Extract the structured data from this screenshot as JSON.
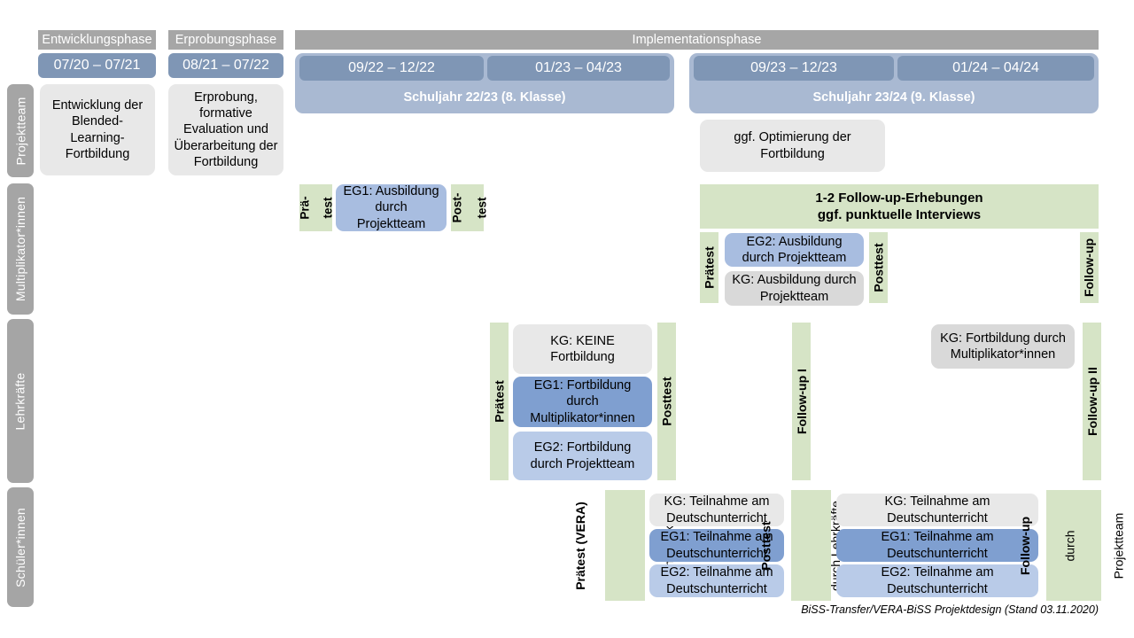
{
  "lanes": [
    {
      "label": "Projektteam"
    },
    {
      "label": "Multiplikator*innen"
    },
    {
      "label": "Lehrkräfte"
    },
    {
      "label": "Schüler*innen"
    }
  ],
  "phases": [
    {
      "label": "Entwicklungsphase"
    },
    {
      "label": "Erprobungsphase"
    },
    {
      "label": "Implementationsphase"
    }
  ],
  "periods": [
    {
      "label": "07/20 – 07/21"
    },
    {
      "label": "08/21 – 07/22"
    },
    {
      "label": "09/22 – 12/22"
    },
    {
      "label": "01/23 – 04/23"
    },
    {
      "label": "09/23 – 12/23"
    },
    {
      "label": "01/24 – 04/24"
    }
  ],
  "school_years": [
    {
      "label": "Schuljahr 22/23 (8. Klasse)"
    },
    {
      "label": "Schuljahr 23/24 (9. Klasse)"
    }
  ],
  "projektteam": {
    "entwicklung": "Entwicklung der Blended-Learning-Fortbildung",
    "erprobung": "Erprobung, formative Evaluation und Überarbeitung der Fortbildung",
    "optimierung": "ggf. Optimierung der Fortbildung"
  },
  "multiplikatoren": {
    "praetest_line1": "Prä-",
    "praetest_line2": "test",
    "posttest_line1": "Post-",
    "posttest_line2": "test",
    "eg1": "EG1: Ausbildung durch Projektteam",
    "followup_band_line1": "1-2 Follow-up-Erhebungen",
    "followup_band_line2": "ggf. punktuelle Interviews",
    "praetest2": "Prätest",
    "posttest2": "Posttest",
    "followup": "Follow-up",
    "eg2": "EG2: Ausbildung durch Projektteam",
    "kg": "KG: Ausbildung durch Projektteam"
  },
  "lehrkraefte": {
    "praetest": "Prätest",
    "posttest": "Posttest",
    "followup1": "Follow-up I",
    "followup2": "Follow-up II",
    "kg_keine": "KG:  KEINE Fortbildung",
    "eg1": "EG1: Fortbildung durch Multiplikator*innen",
    "eg2": "EG2: Fortbildung durch Projektteam",
    "kg_fortbildung": "KG: Fortbildung durch Multiplikator*innen"
  },
  "schueler": {
    "praetest_bold": "Prätest (VERA)",
    "praetest_reg": "durch Lehrkräfte",
    "posttest_bold": "Posttest",
    "posttest_reg": "durch Lehrkräfte",
    "followup_bold": "Follow-up",
    "followup_reg1": "durch",
    "followup_reg2": "Projektteam",
    "left": {
      "kg": "KG: Teilnahme am Deutschunterricht",
      "eg1": "EG1: Teilnahme am Deutschunterricht",
      "eg2": "EG2: Teilnahme am Deutschunterricht"
    },
    "right": {
      "kg": "KG: Teilnahme am Deutschunterricht",
      "eg1": "EG1: Teilnahme am Deutschunterricht",
      "eg2": "EG2: Teilnahme am Deutschunterricht"
    }
  },
  "footer": "BiSS-Transfer/VERA-BiSS Projektdesign (Stand 03.11.2020)",
  "colors": {
    "lane_grey": "#a5a5a5",
    "phase_grey": "#a6a6a6",
    "period_blue": "#7f96b5",
    "schoolyear_blue": "#a9b9d2",
    "box_grey": "#e8e8e8",
    "box_grey_dark": "#d9d9d9",
    "blue_dark": "#7f9fd0",
    "blue_mid": "#a8bde0",
    "blue_light": "#b9cbe8",
    "green": "#d6e4c6"
  }
}
